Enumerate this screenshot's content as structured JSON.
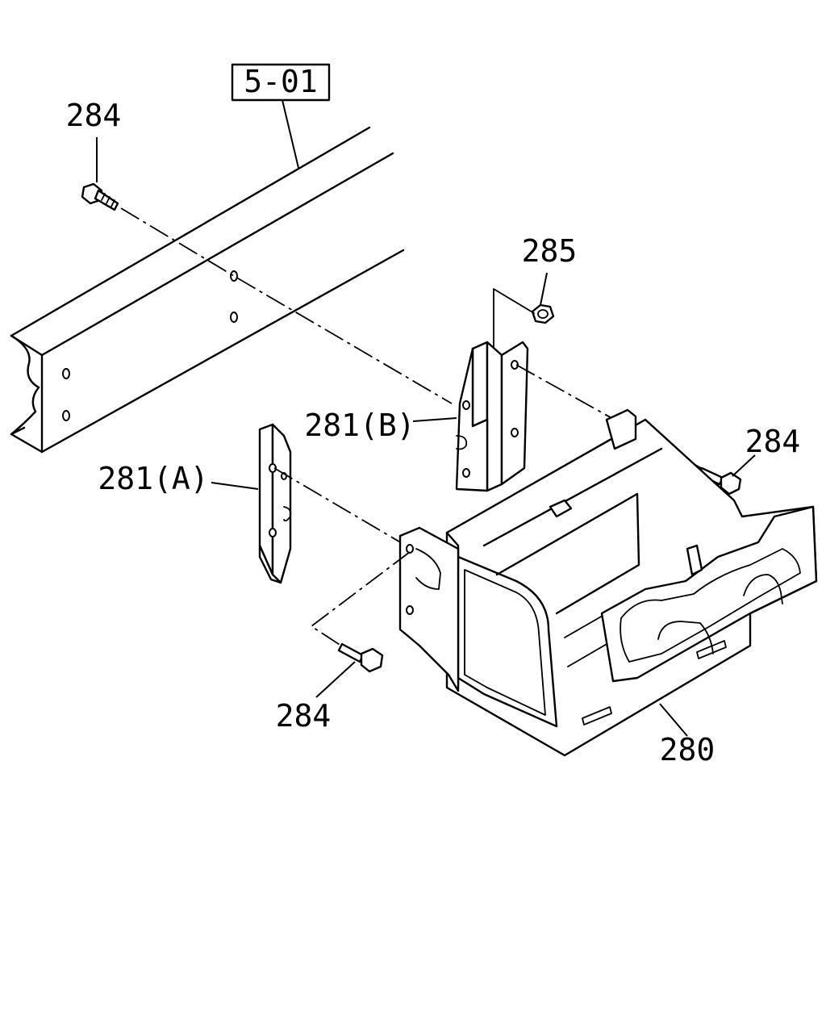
{
  "reference": {
    "text": "5-01"
  },
  "callouts": {
    "bolt_top_left": "284",
    "nut_top": "285",
    "bracket_b": "281(B)",
    "bracket_a": "281(A)",
    "bolt_right": "284",
    "bolt_bottom": "284",
    "battery_box": "280"
  }
}
